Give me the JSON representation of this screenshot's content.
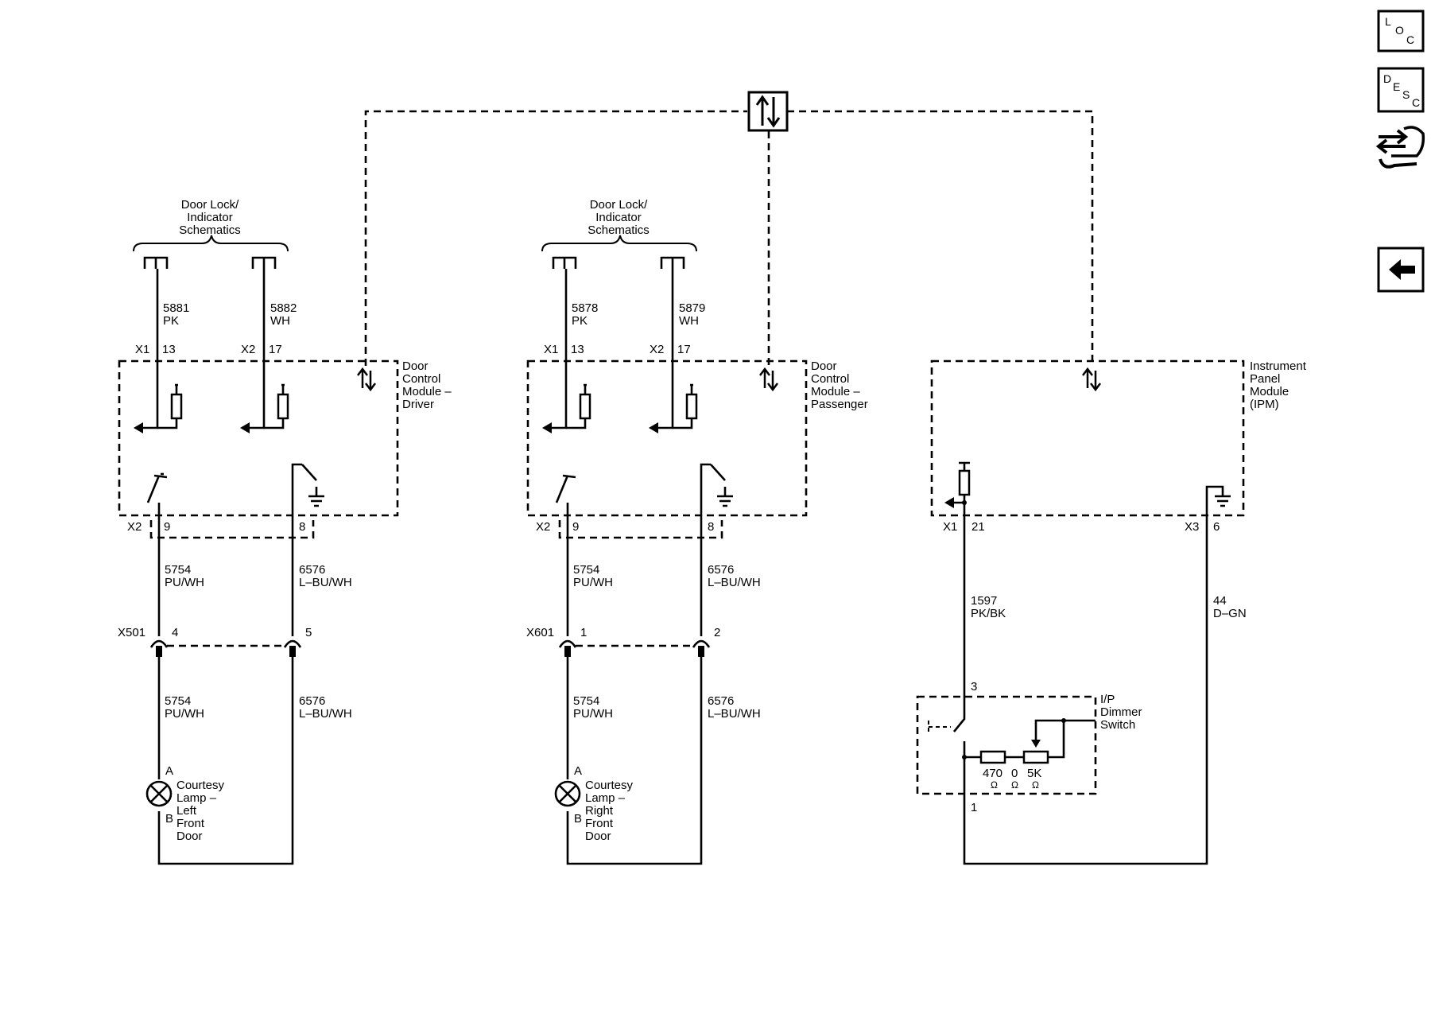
{
  "nav": {
    "loc": {
      "l1": "L",
      "l2": "O",
      "l3": "C"
    },
    "desc": {
      "l1": "D",
      "l2": "E",
      "l3": "S",
      "l4": "C"
    }
  },
  "labels": {
    "door_lock_line1": "Door Lock/",
    "door_lock_line2": "Indicator",
    "door_lock_line3": "Schematics",
    "driver_mod": [
      "Door",
      "Control",
      "Module –",
      "Driver"
    ],
    "pass_mod": [
      "Door",
      "Control",
      "Module –",
      "Passenger"
    ],
    "ipm_mod": [
      "Instrument",
      "Panel",
      "Module",
      "(IPM)"
    ],
    "dimmer": [
      "I/P",
      "Dimmer",
      "Switch"
    ],
    "lamp_left": [
      "Courtesy",
      "Lamp –",
      "Left",
      "Front",
      "Door"
    ],
    "lamp_right": [
      "Courtesy",
      "Lamp –",
      "Right",
      "Front",
      "Door"
    ]
  },
  "circuits": {
    "c5881": "5881",
    "pk": "PK",
    "c5882": "5882",
    "wh": "WH",
    "c5878": "5878",
    "c5879": "5879",
    "c5754": "5754",
    "puwh": "PU/WH",
    "c6576": "6576",
    "lbuwh": "L–BU/WH",
    "c1597": "1597",
    "pkbk": "PK/BK",
    "c44": "44",
    "dgn": "D–GN"
  },
  "connectors": {
    "x1": "X1",
    "x2": "X2",
    "x3": "X3",
    "x501": "X501",
    "x601": "X601",
    "p13": "13",
    "p17": "17",
    "p9": "9",
    "p8": "8",
    "p21": "21",
    "p6": "6",
    "p4": "4",
    "p5": "5",
    "p1": "1",
    "p2": "2",
    "p3": "3",
    "pA": "A",
    "pB": "B"
  },
  "resistors": {
    "r470": "470",
    "r0": "0",
    "r5k": "5K",
    "ohm": "Ω"
  }
}
